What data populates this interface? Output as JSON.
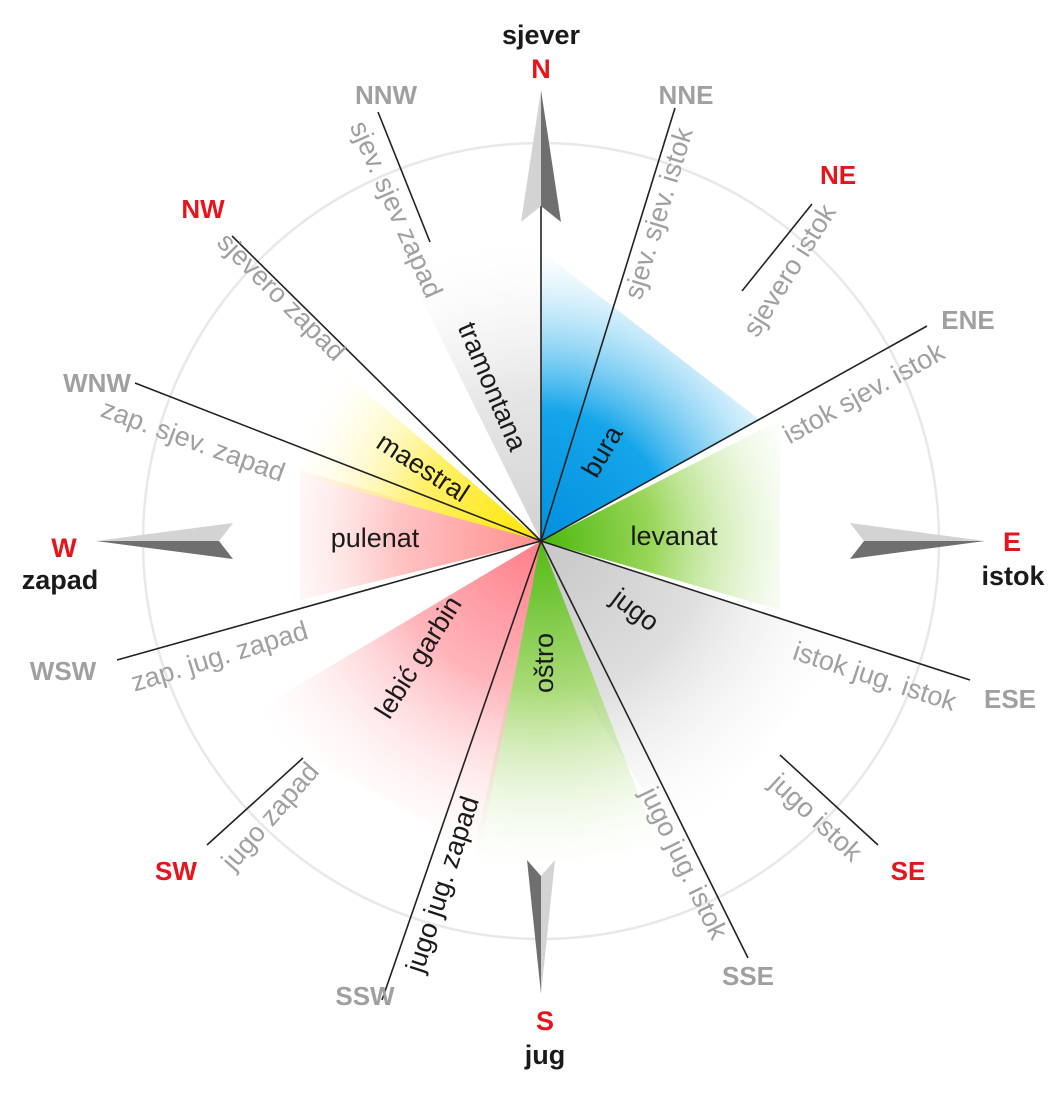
{
  "colors": {
    "cardinal_abbr": "#e8141b",
    "cardinal_name": "#1a1a1a",
    "minor": "#a0a0a0",
    "wind_text": "#1a1a1a",
    "line": "#222222",
    "circle": "#e6e6e6",
    "arrow_light": "#cfcfcf",
    "arrow_dark": "#707070"
  },
  "cardinals": {
    "north": {
      "abbr": "N",
      "name": "sjever"
    },
    "east": {
      "abbr": "E",
      "name": "istok"
    },
    "south": {
      "abbr": "S",
      "name": "jug"
    },
    "west": {
      "abbr": "W",
      "name": "zapad"
    }
  },
  "intercardinals": [
    {
      "key": "nne",
      "abbr": "NNE",
      "name": "sjev. sjev. istok",
      "abbr_color": "minor"
    },
    {
      "key": "ne",
      "abbr": "NE",
      "name": "sjevero istok",
      "abbr_color": "cardinal_abbr"
    },
    {
      "key": "ene",
      "abbr": "ENE",
      "name": "istok sjev. istok",
      "abbr_color": "minor"
    },
    {
      "key": "ese",
      "abbr": "ESE",
      "name": "istok jug. istok",
      "abbr_color": "minor"
    },
    {
      "key": "se",
      "abbr": "SE",
      "name": "jugo istok",
      "abbr_color": "cardinal_abbr"
    },
    {
      "key": "sse",
      "abbr": "SSE",
      "name": "jugo jug. istok",
      "abbr_color": "minor"
    },
    {
      "key": "ssw",
      "abbr": "SSW",
      "name": "jugo jug. zapad",
      "abbr_color": "minor"
    },
    {
      "key": "sw",
      "abbr": "SW",
      "name": "jugo zapad",
      "abbr_color": "cardinal_abbr"
    },
    {
      "key": "wsw",
      "abbr": "WSW",
      "name": "zap. jug. zapad",
      "abbr_color": "minor"
    },
    {
      "key": "wnw",
      "abbr": "WNW",
      "name": "zap. sjev. zapad",
      "abbr_color": "minor"
    },
    {
      "key": "nw",
      "abbr": "NW",
      "name": "sjevero zapad",
      "abbr_color": "cardinal_abbr"
    },
    {
      "key": "nnw",
      "abbr": "NNW",
      "name": "sjev. sjev zapad",
      "abbr_color": "minor"
    }
  ],
  "winds": [
    {
      "key": "bura",
      "name": "bura",
      "color": "#0a9fe6"
    },
    {
      "key": "levanat",
      "name": "levanat",
      "color": "#5fc41e"
    },
    {
      "key": "jugo",
      "name": "jugo",
      "color": "#c8c8c8"
    },
    {
      "key": "ostro",
      "name": "oštro",
      "color": "#6ac62a"
    },
    {
      "key": "lebic",
      "name": "lebić garbin",
      "color": "#ff8a92"
    },
    {
      "key": "pulenat",
      "name": "pulenat",
      "color": "#ff9e9e"
    },
    {
      "key": "maestral",
      "name": "maestral",
      "color": "#ffe600"
    },
    {
      "key": "tramontana",
      "name": "tramontana",
      "color": "#d8d8d8"
    }
  ]
}
